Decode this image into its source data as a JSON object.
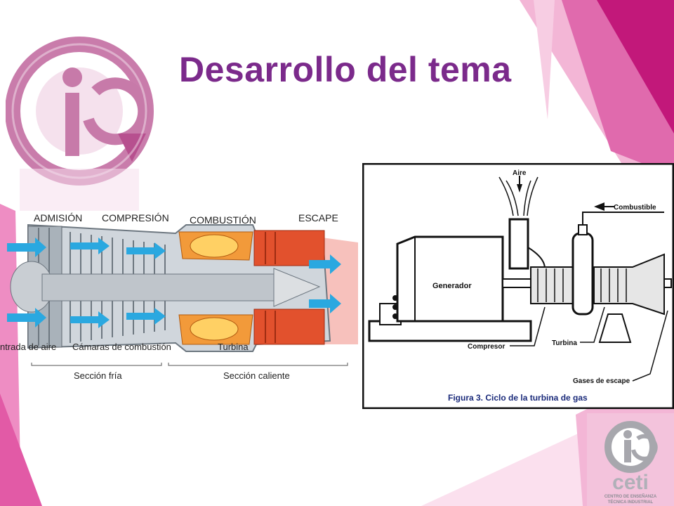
{
  "slide": {
    "title": "Desarrollo del tema",
    "accent": "#7b2a8b",
    "brand_pink": "#c2187a"
  },
  "left_diagram": {
    "sections": [
      "ADMISIÓN",
      "COMPRESIÓN",
      "COMBUSTIÓN",
      "ESCAPE"
    ],
    "labels": [
      "ntrada de aire",
      "Cámaras de combustión",
      "Turbina"
    ],
    "zones": [
      "Sección fría",
      "Sección caliente"
    ]
  },
  "right_diagram": {
    "labels": {
      "aire": "Aire",
      "combustible": "Combustible",
      "generador": "Generador",
      "compresor": "Compresor",
      "turbina": "Turbina",
      "gases": "Gases de escape"
    },
    "caption": "Figura 3. Ciclo de la turbina de gas"
  },
  "ceti_logo": {
    "name": "ceti",
    "line1": "CENTRO DE ENSEÑANZA",
    "line2": "TÉCNICA INDUSTRIAL"
  }
}
